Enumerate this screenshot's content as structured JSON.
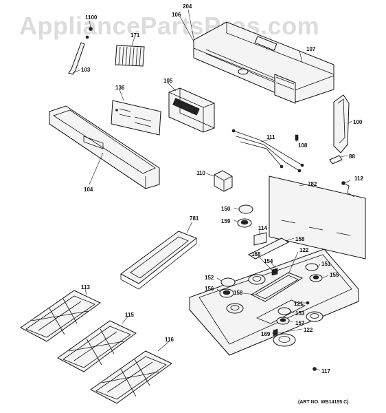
{
  "watermark": "AppliancePartsPros.com",
  "art_number": "(ART NO. WB14155 C)",
  "labels": {
    "p1100": "1100",
    "p204": "204",
    "p106": "106",
    "p171": "171",
    "p107": "107",
    "p103": "103",
    "p136": "136",
    "p105": "105",
    "p100": "100",
    "p111": "111",
    "p108": "108",
    "p88": "88",
    "p104": "104",
    "p110": "110",
    "p782": "782",
    "p112": "112",
    "p150": "150",
    "p159": "159",
    "p781": "781",
    "p114": "114",
    "p158a": "158",
    "p122a": "122",
    "p168": "168",
    "p154": "154",
    "p151": "151",
    "p152": "152",
    "p155": "155",
    "p156": "156",
    "p158b": "158",
    "p113": "113",
    "p121": "121",
    "p153": "153",
    "p115": "115",
    "p157": "157",
    "p169": "169",
    "p122b": "122",
    "p116": "116",
    "p117": "117"
  }
}
